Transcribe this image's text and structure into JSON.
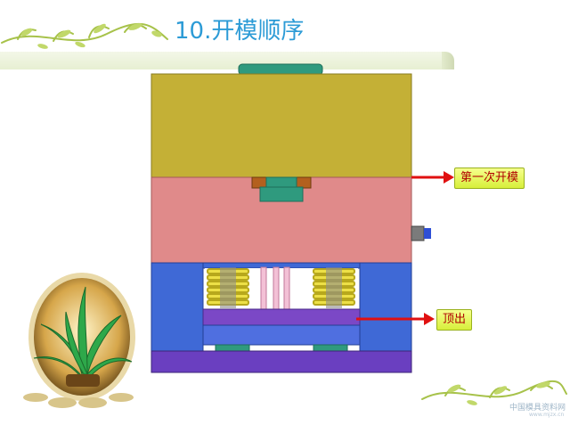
{
  "slide": {
    "title": "10.开模顺序"
  },
  "annotations": {
    "first_opening": "第一次开模",
    "ejection": "顶出"
  },
  "watermark": {
    "line1": "中国模具资料网",
    "line2": "www.mjzx.cn"
  },
  "colors": {
    "title": "#2c9bd6",
    "top_clamp_plate": "#c4b036",
    "a_plate": "#e08a8a",
    "b_plate": "#3f69d6",
    "ejector_plate": "#7b48c6",
    "bottom_plate": "#6a3fc0",
    "spring": "#ede047",
    "pointer_arrow": "#e01010",
    "callout_fill": "#e9f85a"
  },
  "icons": [
    "plant-vignette",
    "vine-ornament-icon",
    "arrow-right-icon",
    "spring-icon",
    "guide-pin-icon"
  ]
}
